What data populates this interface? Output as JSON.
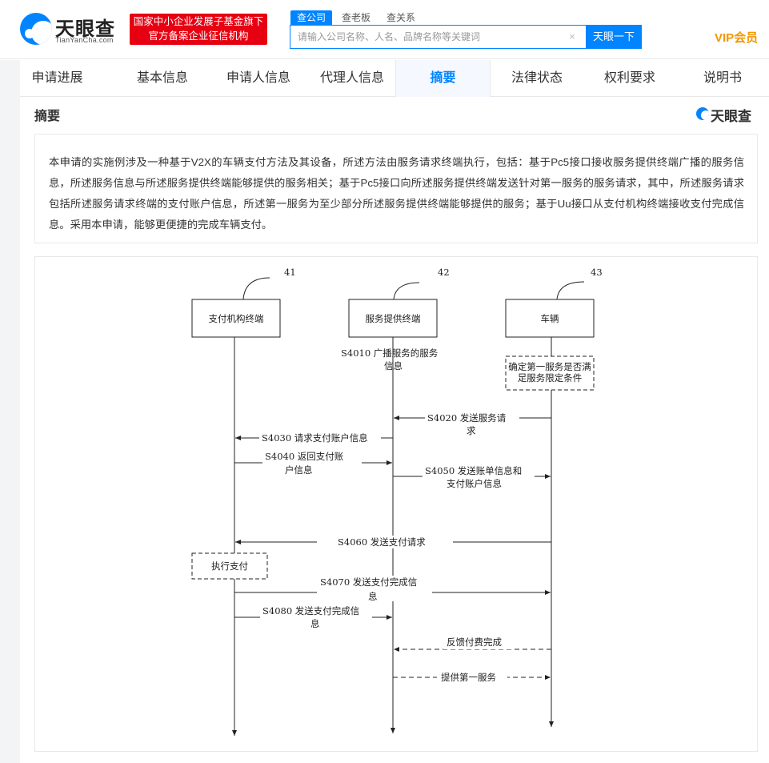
{
  "header": {
    "logo_name": "天眼查",
    "logo_sub": "TianYanCha.com",
    "badge_line1": "国家中小企业发展子基金旗下",
    "badge_line2": "官方备案企业征信机构",
    "search_tabs": [
      "查公司",
      "查老板",
      "查关系"
    ],
    "search_placeholder": "请输入公司名称、人名、品牌名称等关键词",
    "search_clear": "×",
    "search_button": "天眼一下",
    "vip": "VIP会员"
  },
  "nav": {
    "tabs": [
      "申请进展",
      "基本信息",
      "申请人信息",
      "代理人信息",
      "摘要",
      "法律状态",
      "权利要求",
      "说明书"
    ],
    "active": "摘要"
  },
  "section": {
    "title": "摘要",
    "watermark": "天眼查"
  },
  "abstract": "本申请的实施例涉及一种基于V2X的车辆支付方法及其设备，所述方法由服务请求终端执行，包括：基于Pc5接口接收服务提供终端广播的服务信息，所述服务信息与所述服务提供终端能够提供的服务相关；基于Pc5接口向所述服务提供终端发送针对第一服务的服务请求，其中，所述服务请求包括所述服务请求终端的支付账户信息，所述第一服务为至少部分所述服务提供终端能够提供的服务；基于Uu接口从支付机构终端接收支付完成信息。采用本申请，能够更便捷的完成车辆支付。",
  "diagram": {
    "entities": [
      {
        "id": "41",
        "label": "支付机构终端"
      },
      {
        "id": "42",
        "label": "服务提供终端"
      },
      {
        "id": "43",
        "label": "车辆"
      }
    ],
    "notes": {
      "s4010_l1": "S4010 广播服务的服务",
      "s4010_l2": "信息",
      "condition_l1": "确定第一服务是否满",
      "condition_l2": "足服务限定条件",
      "s4020_l1": "S4020 发送服务请",
      "s4020_l2": "求",
      "s4030": "S4030 请求支付账户信息",
      "s4040_l1": "S4040  返回支付账",
      "s4040_l2": "户信息",
      "s4050_l1": "S4050 发送账单信息和",
      "s4050_l2": "支付账户信息",
      "s4060": "S4060 发送支付请求",
      "execute": "执行支付",
      "s4070_l1": "S4070 发送支付完成信",
      "s4070_l2": "息",
      "s4080_l1": "S4080 发送支付完成信",
      "s4080_l2": "息",
      "feedback": "反馈付费完成",
      "provide": "提供第一服务"
    }
  }
}
